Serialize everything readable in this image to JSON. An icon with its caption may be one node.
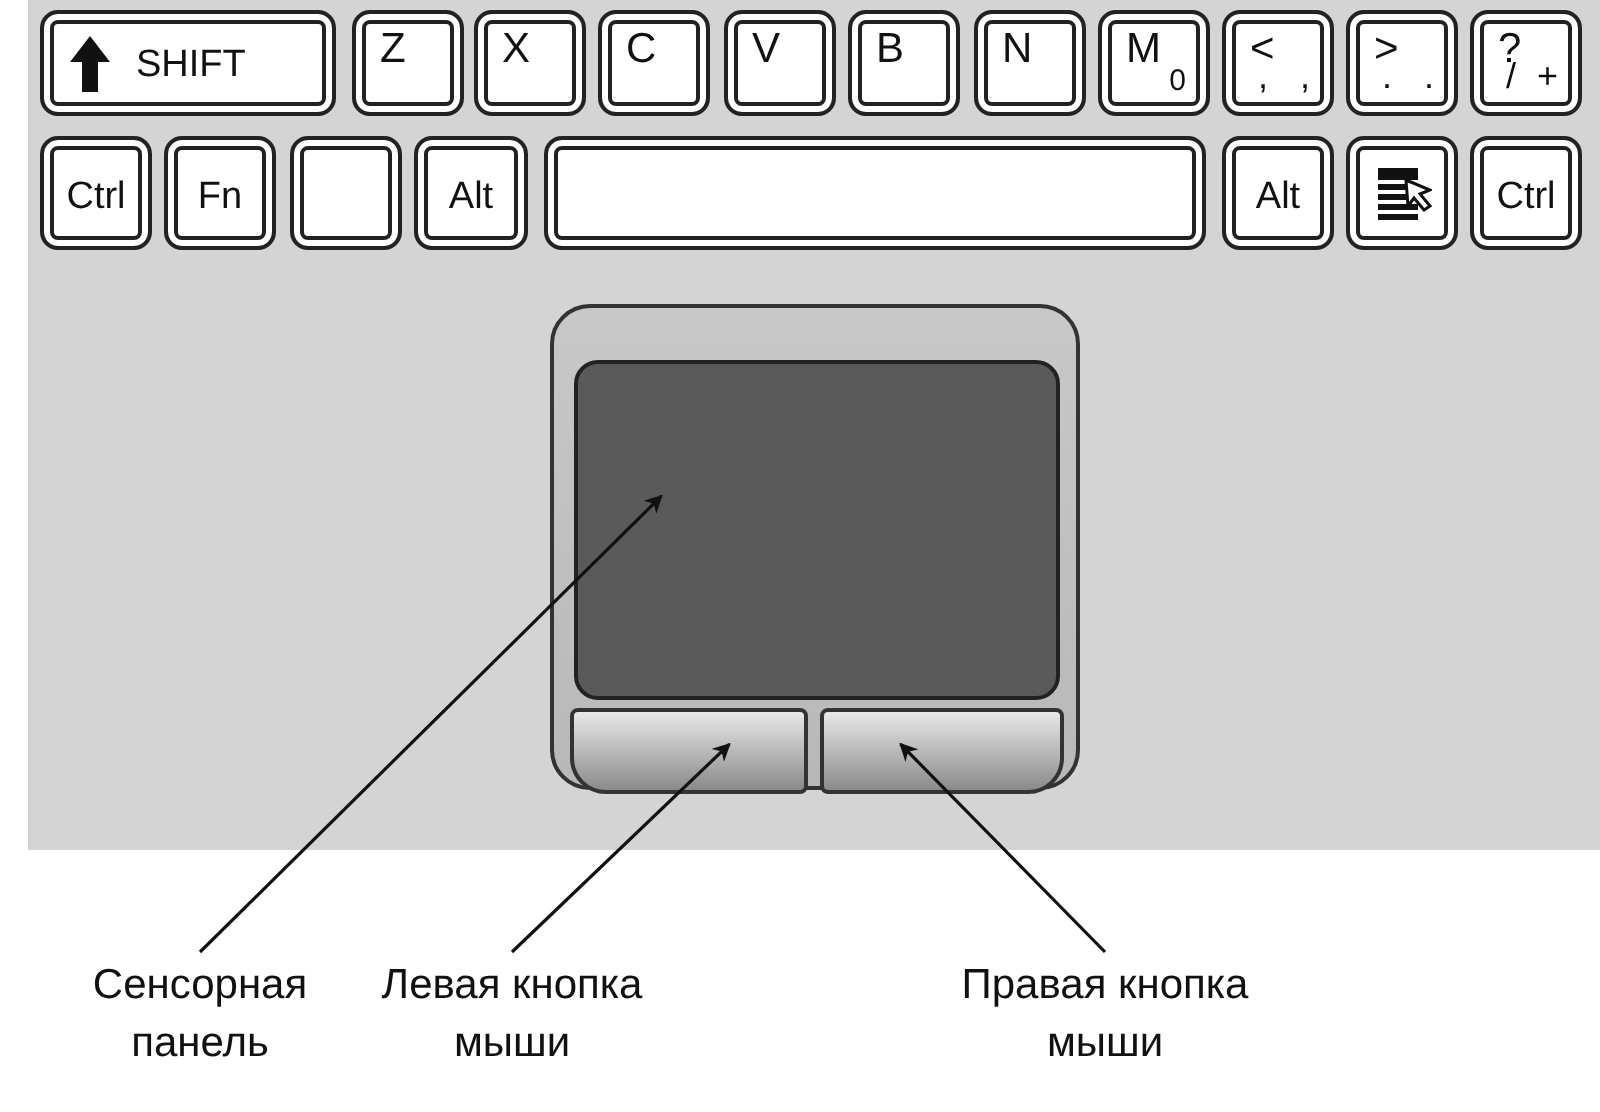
{
  "diagram": {
    "nodes": [
      {
        "text": [
          "SHIFT"
        ]
      },
      {
        "text": [
          "Z"
        ]
      },
      {
        "text": [
          "X"
        ]
      },
      {
        "text": [
          "C"
        ]
      },
      {
        "text": [
          "V"
        ]
      },
      {
        "text": [
          "B"
        ]
      },
      {
        "text": [
          "N"
        ]
      },
      {
        "text": [
          "M",
          "0"
        ]
      },
      {
        "text": [
          "<",
          ",",
          ","
        ]
      },
      {
        "text": [
          ">",
          ".",
          "."
        ]
      },
      {
        "text": [
          "?",
          "/",
          "+"
        ]
      },
      {
        "text": [
          "Ctrl"
        ]
      },
      {
        "text": [
          "Fn"
        ]
      },
      {
        "text": [],
        "shape": "box"
      },
      {
        "text": [
          "Alt"
        ]
      },
      {
        "text": [],
        "shape": "box"
      },
      {
        "text": [
          "Alt"
        ]
      },
      {
        "text": [],
        "shape": "box"
      },
      {
        "text": [
          "Ctrl"
        ]
      },
      {
        "text": [],
        "shape": "box"
      },
      {
        "text": [],
        "shape": "box",
        "in": 19
      },
      {
        "text": [],
        "shape": "box",
        "in": 19
      },
      {
        "text": [],
        "shape": "box",
        "in": 19
      },
      {
        "text": [
          "Сенсорная панель"
        ]
      },
      {
        "text": [
          "Левая кнопка мыши"
        ]
      },
      {
        "text": [
          "Правая кнопка мыши"
        ]
      }
    ],
    "edges": [
      {
        "from": 23,
        "to": 20,
        "arrow": "to"
      },
      {
        "from": 24,
        "to": 21,
        "arrow": "to"
      },
      {
        "from": 25,
        "to": 22,
        "arrow": "to"
      }
    ]
  }
}
